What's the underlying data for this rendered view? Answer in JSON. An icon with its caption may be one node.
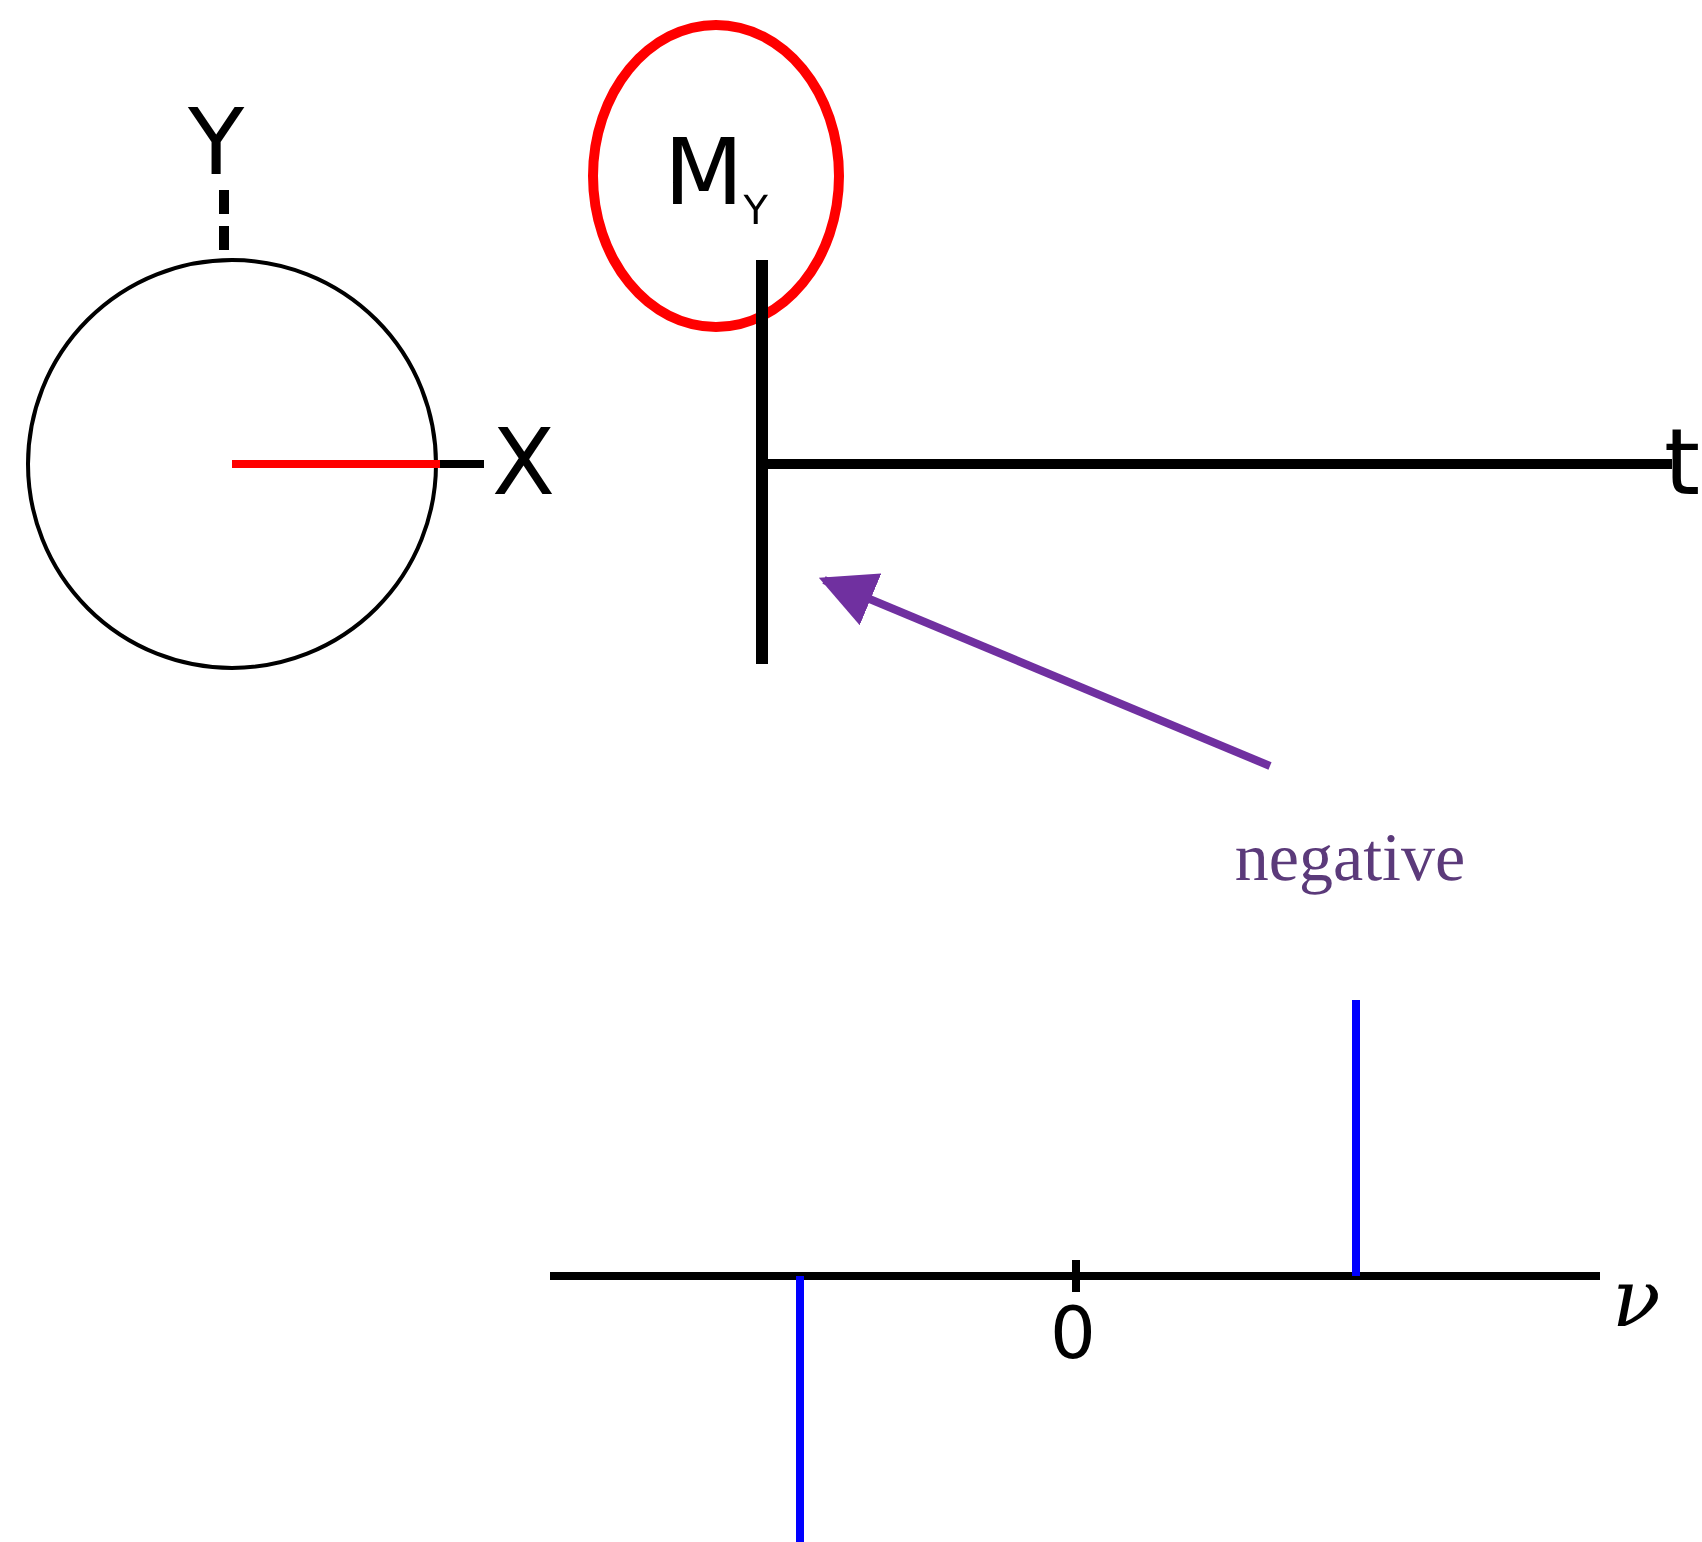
{
  "diagram": {
    "nodes": [
      {
        "text": [
          "M$_{Y}$"
        ]
      },
      {
        "text": [
          "negative"
        ]
      },
      {
        "text": [],
        "shape": "bar"
      }
    ],
    "edges": [
      {
        "from": 1,
        "to": 2,
        "arrow": "to"
      }
    ],
    "labels": [
      "Y",
      "X",
      "t",
      "0",
      "ν"
    ]
  }
}
